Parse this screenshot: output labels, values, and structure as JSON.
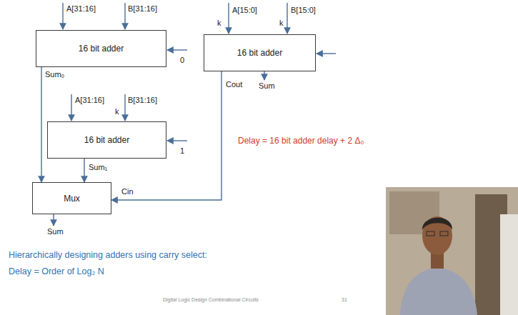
{
  "diagram": {
    "nodes": [
      {
        "text": [
          "16 bit adder"
        ]
      },
      {
        "text": [
          "16 bit adder"
        ]
      },
      {
        "text": [
          "16 bit adder"
        ]
      },
      {
        "text": [
          "Mux"
        ]
      }
    ],
    "edges": [
      {
        "from": 0,
        "to": 3,
        "label": "Sum₀",
        "arrow": "to"
      },
      {
        "from": 2,
        "to": 3,
        "label": "Sum₁",
        "arrow": "to"
      },
      {
        "from": 1,
        "to": 3,
        "label": "Cout",
        "arrow": "to"
      }
    ],
    "labels": [
      "A[31:16]",
      "B[31:16]",
      "0",
      "k",
      "A[15:0]",
      "k",
      "B[15:0]",
      "Sum",
      "A[31:16]",
      "k",
      "B[31:16]",
      "1",
      "Cin",
      "Sum",
      "Delay = 16 bit adder delay + 2 Δ₀",
      "Hierarchically designing adders using carry select:",
      "Delay = Order of Log₂ N",
      "Digital Logic Design Combinational Circuits",
      "31"
    ]
  }
}
